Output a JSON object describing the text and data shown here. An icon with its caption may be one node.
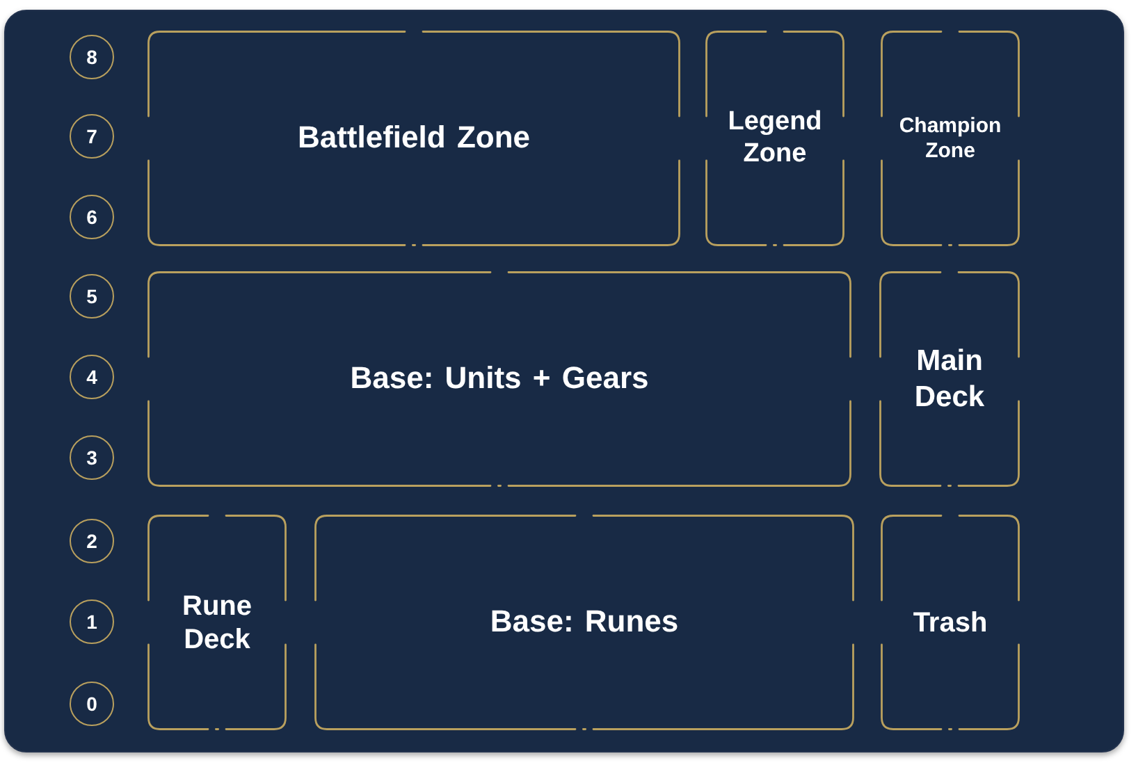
{
  "diagram": {
    "nodes": [
      {
        "text": [
          "8"
        ]
      },
      {
        "text": [
          "Battlefield Zone"
        ]
      },
      {
        "text": [
          "Legend Zone"
        ]
      },
      {
        "text": [
          "Champion Zone"
        ]
      },
      {
        "text": [
          "7"
        ]
      },
      {
        "text": [
          "6"
        ]
      },
      {
        "text": [
          "5"
        ]
      },
      {
        "text": [
          "Base: Units + Gears"
        ]
      },
      {
        "text": [
          "Main Deck"
        ]
      },
      {
        "text": [
          "4"
        ]
      },
      {
        "text": [
          "3"
        ]
      },
      {
        "text": [
          "2"
        ]
      },
      {
        "text": [
          "Rune Deck"
        ]
      },
      {
        "text": [
          "Base: Runes"
        ]
      },
      {
        "text": [
          "Trash"
        ]
      },
      {
        "text": [
          "1"
        ]
      },
      {
        "text": [
          "0"
        ]
      }
    ]
  }
}
